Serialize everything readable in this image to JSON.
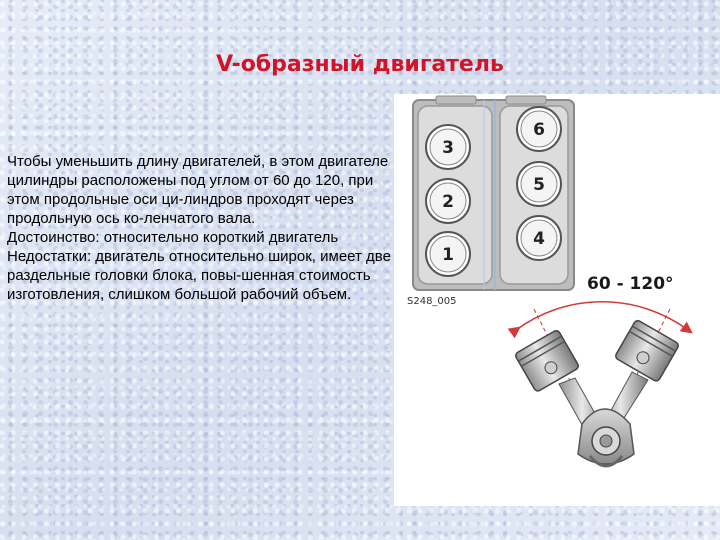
{
  "slide": {
    "title": "V-образный двигатель",
    "paragraphs": [
      "Чтобы уменьшить длину двигателей, в этом двигателе цилиндры расположены под углом от 60 до 120, при этом продольные оси ци-линдров проходят через продольную ось ко-ленчатого вала.",
      " Достоинство: относительно короткий двигатель",
      "Недостатки: двигатель относительно широк, имеет две раздельные головки блока, повы-шенная стоимость изготовления, слишком большой рабочий объем."
    ]
  },
  "figure": {
    "angle_label": "60 - 120°",
    "code_label": "S248_005",
    "cylinders": {
      "left_bank": [
        "3",
        "2",
        "1"
      ],
      "right_bank": [
        "6",
        "5",
        "4"
      ]
    },
    "colors": {
      "title": "#d2142a",
      "arc": "#d23a3a",
      "block": "#c9c9c9"
    }
  }
}
